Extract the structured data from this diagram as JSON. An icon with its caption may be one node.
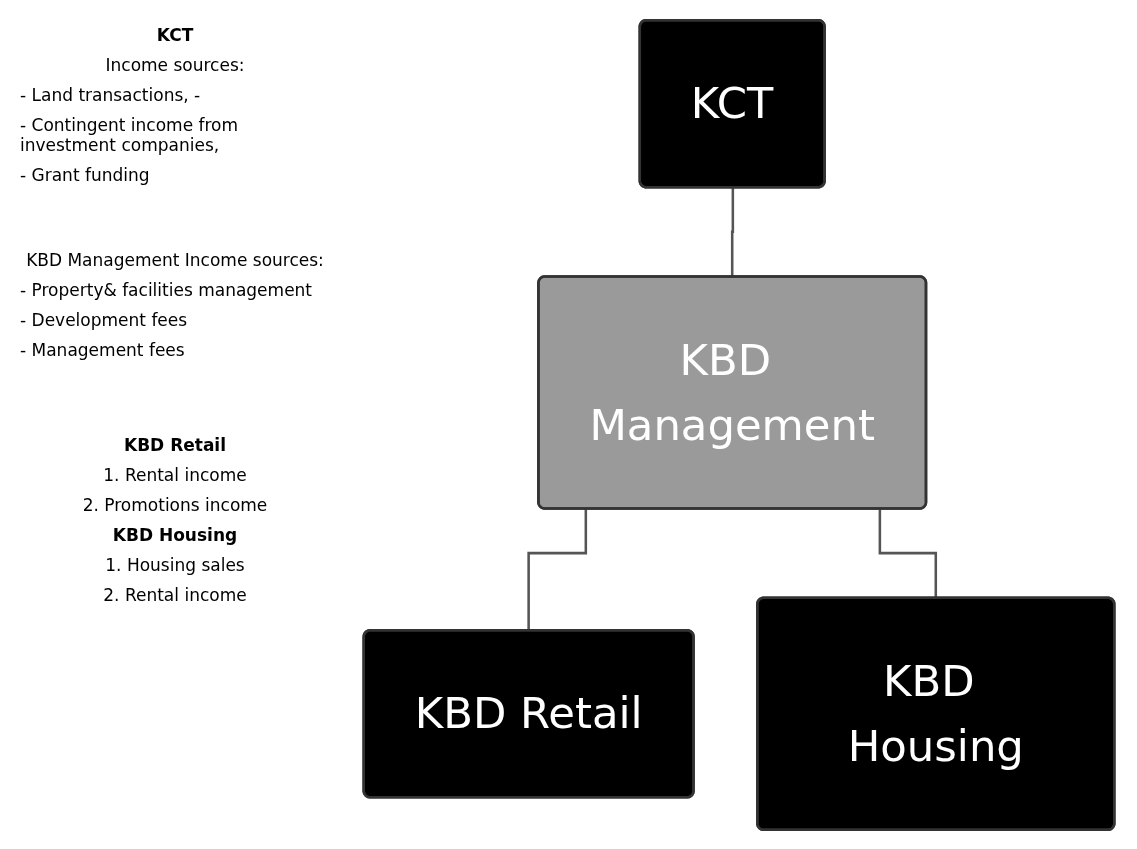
{
  "diagram": {
    "nodes": [
      {
        "text": [
          "KCT"
        ]
      },
      {
        "text": [
          "KBD Management"
        ]
      },
      {
        "text": [
          "KBD Retail"
        ]
      },
      {
        "text": [
          "KBD Housing"
        ]
      }
    ],
    "edges": [
      {
        "from": 0,
        "to": 1,
        "arrow": "none"
      },
      {
        "from": 1,
        "to": 2,
        "arrow": "none"
      },
      {
        "from": 1,
        "to": 3,
        "arrow": "none"
      }
    ],
    "labels": [
      "KCT",
      "Income sources:",
      "- Land transactions, -",
      "- Contingent income from investment companies,",
      "- Grant funding",
      "KBD Management Income sources:",
      "- Property& facilities management",
      "- Development fees",
      "- Management fees",
      "KBD Retail",
      "1. Rental income",
      "2. Promotions income",
      "KBD Housing",
      "1. Housing sales",
      "2. Rental income"
    ]
  }
}
